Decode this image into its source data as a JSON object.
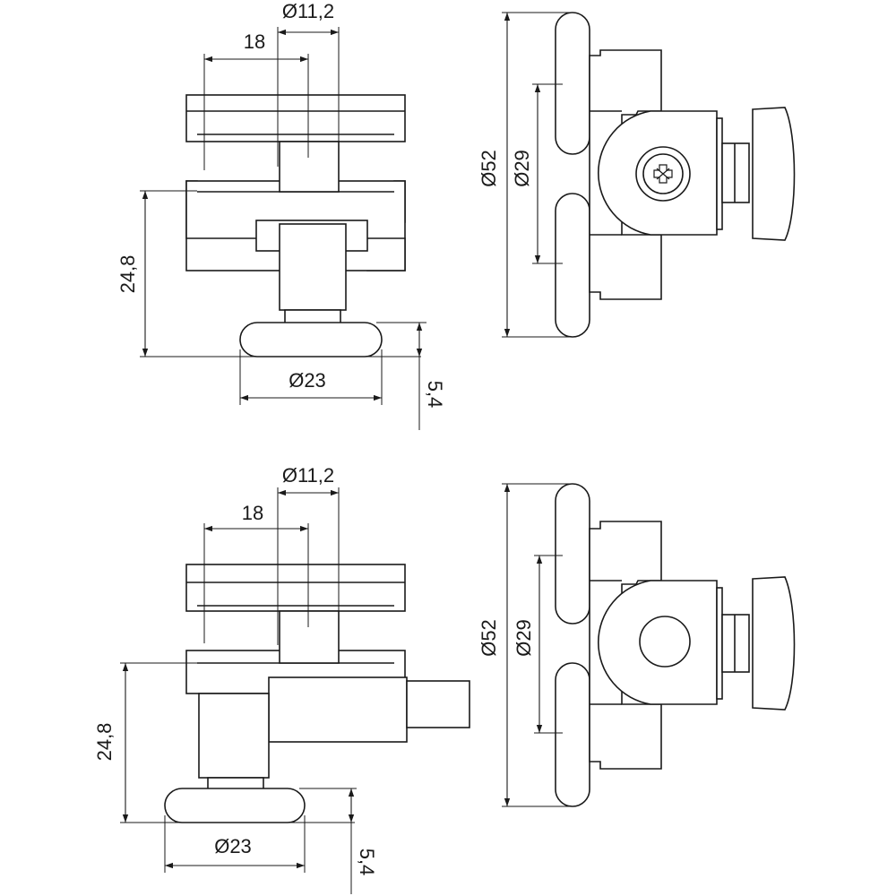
{
  "colors": {
    "line": "#1a1a1a",
    "background": "#ffffff"
  },
  "icons": [
    "phillips-screw-icon"
  ],
  "views": [
    {
      "name": "top-left",
      "labels": {
        "hole": "Ø11,2",
        "width": "18",
        "height": "24,8",
        "knob": "Ø23",
        "knob_thickness": "5,4"
      }
    },
    {
      "name": "top-right",
      "labels": {
        "outer": "Ø52",
        "inner": "Ø29"
      }
    },
    {
      "name": "bottom-left",
      "labels": {
        "hole": "Ø11,2",
        "width": "18",
        "height": "24,8",
        "knob": "Ø23",
        "knob_thickness": "5,4"
      }
    },
    {
      "name": "bottom-right",
      "labels": {
        "outer": "Ø52",
        "inner": "Ø29"
      }
    }
  ]
}
